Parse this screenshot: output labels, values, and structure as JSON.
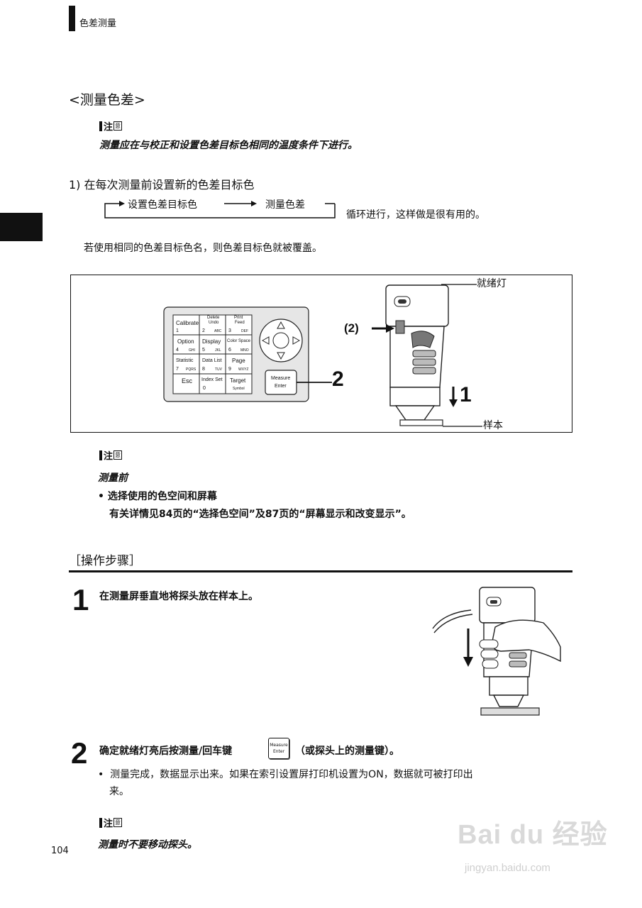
{
  "header": {
    "section": "色差测量"
  },
  "section_title": "<测量色差>",
  "note_label": "注",
  "note_small": "意",
  "note1": {
    "text": "测量应在与校正和设置色差目标色相同的温度条件下进行。"
  },
  "step_heading": "1) 在每次测量前设置新的色差目标色",
  "cycle": {
    "item1": "设置色差目标色",
    "item2": "测量色差",
    "text": "循环进行，这样做是很有用的。"
  },
  "overwrite_text": "若使用相同的色差目标色名，则色差目标色就被覆盖。",
  "figure": {
    "ready_lamp": "就绪灯",
    "sample": "样本",
    "label_paren2": "(2)",
    "label_2": "2",
    "label_1": "1",
    "keypad": {
      "calibrate": "Calibrate",
      "k1": "1",
      "delete": "Delete",
      "undo": "Undo",
      "k2": "2",
      "abc": "ABC",
      "print": "Print",
      "feed": "Feed",
      "k3": "3",
      "def": "DEF",
      "option": "Option",
      "k4": "4",
      "ghi": "GHI",
      "display": "Display",
      "k5": "5",
      "jkl": "JKL",
      "colorspace": "Color Space",
      "k6": "6",
      "mno": "MNO",
      "statistic": "Statistic",
      "k7": "7",
      "pqrs": "PQRS",
      "datalist": "Data List",
      "k8": "8",
      "tuv": "TUV",
      "page": "Page",
      "k9": "9",
      "wxyz": "WXYZ",
      "esc": "Esc",
      "indexset": "Index Set",
      "k0": "0",
      "target": "Target",
      "symbol": "Symbol",
      "measure": "Measure",
      "enter": "Enter"
    }
  },
  "note2": {
    "title": "测量前",
    "bullet": "选择使用的色空间和屏幕",
    "detail": "有关详情见84页的“选择色空间”及87页的“屏幕显示和改变显示”。"
  },
  "procedure": {
    "title": "［操作步骤］",
    "step1": {
      "num": "1",
      "text": "在测量屏垂直地将探头放在样本上。"
    },
    "step2": {
      "num": "2",
      "text_before": "确定就绪灯亮后按测量/回车键",
      "key_line1": "Measure",
      "key_line2": "Enter",
      "text_after": "（或探头上的测量键）。",
      "bullet_line1": "测量完成，数据显示出来。如果在索引设置屏打印机设置为ON，数据就可被打印出",
      "bullet_line2": "来。"
    }
  },
  "note3": {
    "text": "测量时不要移动探头。"
  },
  "page_number": "104",
  "watermark": {
    "brand": "Bai du 经验",
    "url": "jingyan.baidu.com"
  }
}
